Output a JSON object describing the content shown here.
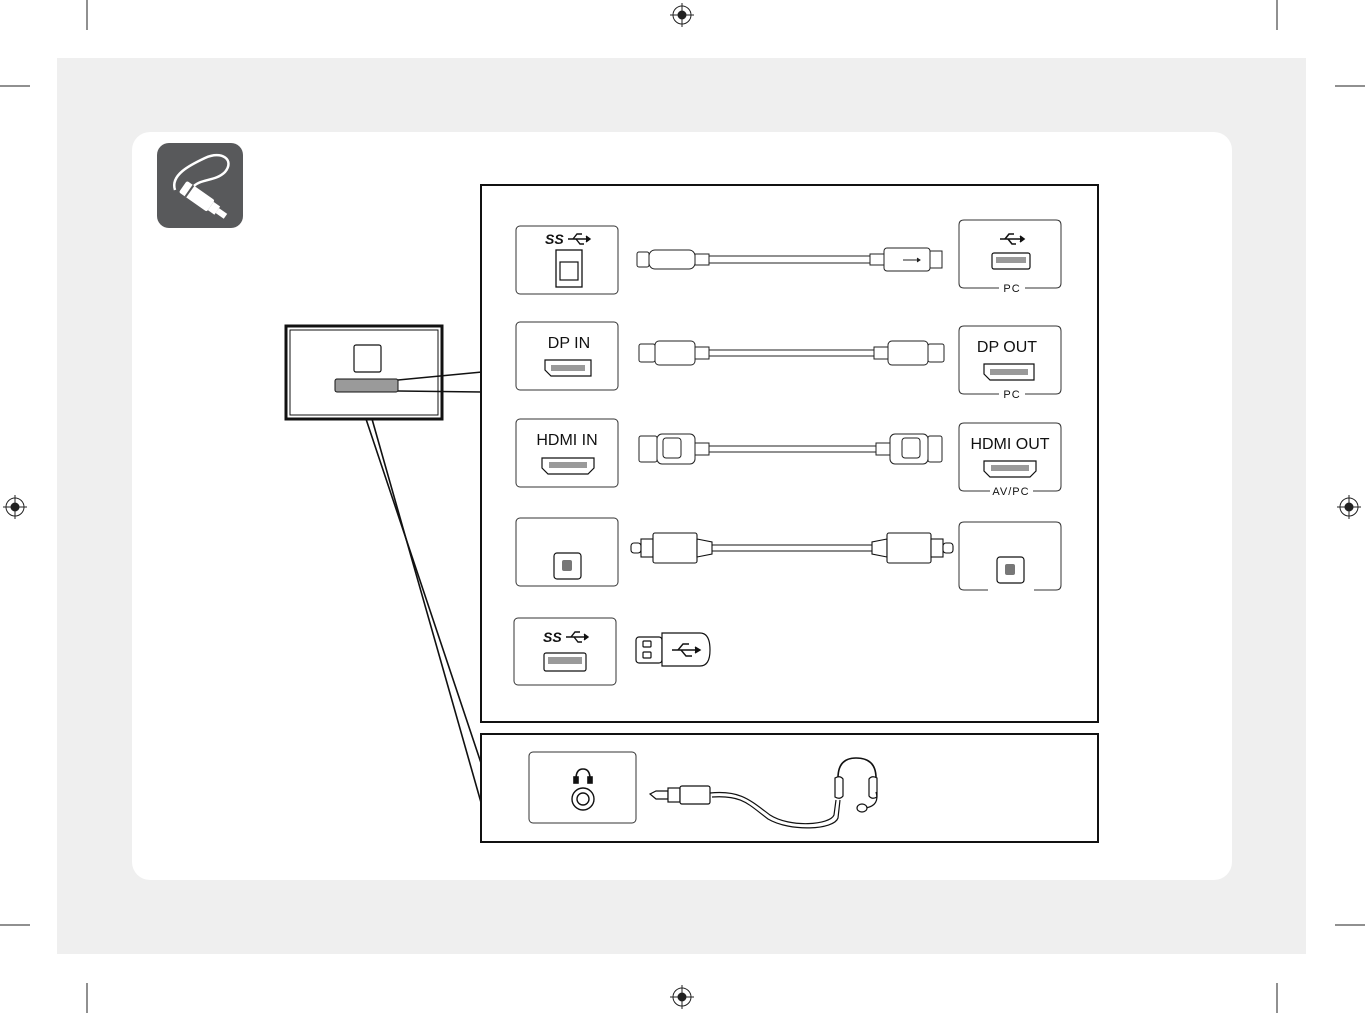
{
  "ports": {
    "usb_b_symbol": "SS",
    "dp_in": "DP IN",
    "hdmi_in": "HDMI IN",
    "usb_a_symbol": "SS"
  },
  "devices": {
    "usb_pc": "PC",
    "dp_out": "DP OUT",
    "dp_pc": "PC",
    "hdmi_out": "HDMI OUT",
    "hdmi_source": "AV/PC"
  },
  "icons": {
    "header": "cable-connection-icon",
    "usb": "usb-trident-icon",
    "headphone": "headphone-icon"
  },
  "colors": {
    "page_background": "#efefef",
    "card": "#ffffff",
    "header_icon": "#58595b"
  }
}
